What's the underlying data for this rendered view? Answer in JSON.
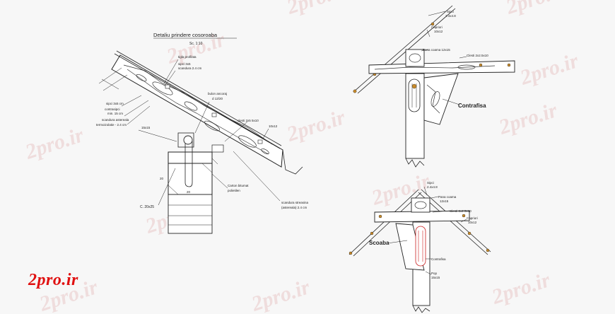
{
  "watermark": "2pro.ir",
  "logo": "2pro.ir",
  "left_detail": {
    "title": "Detaliu prindere cosoroaba",
    "scale": "Sc. 1:10",
    "labels": {
      "tigla": "tigla profilata",
      "sipci_top": "sipci 3x5",
      "sipci_note": "scandura 2.4 cm",
      "bulon": "bulon ancoraj",
      "bulon_d": "d 12/20",
      "sipci": "sipci 3x5 cm",
      "contrasipci": "contrasipci",
      "contrasipci_d": "min. 15 cm",
      "scandura": "scandura astereala",
      "scandura_d": "termoizolatie - 2.4 cm",
      "ang": "15x15",
      "clesti": "clesti 2x5 5x10",
      "capriori": "10x12",
      "dim": "20",
      "dim_side": "20",
      "cosoroaba": "C. 20x25",
      "carton": "Carton bitumat",
      "carton2": "polietilen",
      "streasina": "scandura streasina",
      "streasina2": "(astereala) 2.4 cm"
    }
  },
  "right_detail": {
    "labels": {
      "top_a": "Sipci",
      "top_b": "2.4x4.8",
      "top_c": "Capriori",
      "top_d": "10x12",
      "pana": "Pana coama 12x15",
      "clesti": "Clesti 2x2.5x10",
      "contrafisa": "Contrafisa",
      "sipci2": "Sipci",
      "sipci2_d": "2.4x4.8",
      "pana2": "Pana coama",
      "pana2_d": "12x15",
      "clesti2": "Clesti 2x2.5x10",
      "capriori2": "Capriori",
      "capriori2_d": "10x12",
      "scoaba": "Scoaba",
      "contrafisa2": "Contrafisa",
      "pop": "Pop",
      "pop_d": "15x15"
    }
  }
}
